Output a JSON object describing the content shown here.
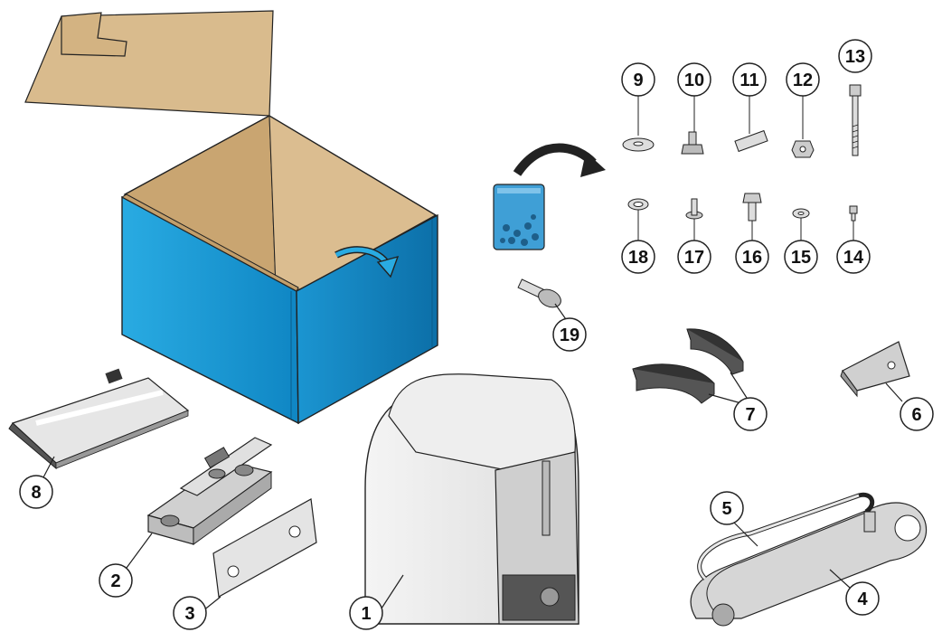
{
  "callouts": [
    {
      "id": "1",
      "part": "motor-unit"
    },
    {
      "id": "2",
      "part": "base-plate"
    },
    {
      "id": "3",
      "part": "shim-plate"
    },
    {
      "id": "4",
      "part": "lower-arm"
    },
    {
      "id": "5",
      "part": "upper-arm"
    },
    {
      "id": "6",
      "part": "bracket"
    },
    {
      "id": "7",
      "part": "stops"
    },
    {
      "id": "8",
      "part": "manual"
    },
    {
      "id": "9",
      "part": "washer"
    },
    {
      "id": "10",
      "part": "hex-bolt"
    },
    {
      "id": "11",
      "part": "pin"
    },
    {
      "id": "12",
      "part": "nut"
    },
    {
      "id": "13",
      "part": "long-screw"
    },
    {
      "id": "14",
      "part": "small-screw"
    },
    {
      "id": "15",
      "part": "small-washer"
    },
    {
      "id": "16",
      "part": "hex-bolt-long"
    },
    {
      "id": "17",
      "part": "flat-screw"
    },
    {
      "id": "18",
      "part": "ring-washer"
    },
    {
      "id": "19",
      "part": "release-key"
    }
  ],
  "colors": {
    "box_blue": "#1aa0dd",
    "box_blue_dark": "#0d7fb8",
    "cardboard": "#d7b98c",
    "cardboard_dark": "#c29e6a",
    "outline": "#222222",
    "bag": "#3f9fd6"
  }
}
